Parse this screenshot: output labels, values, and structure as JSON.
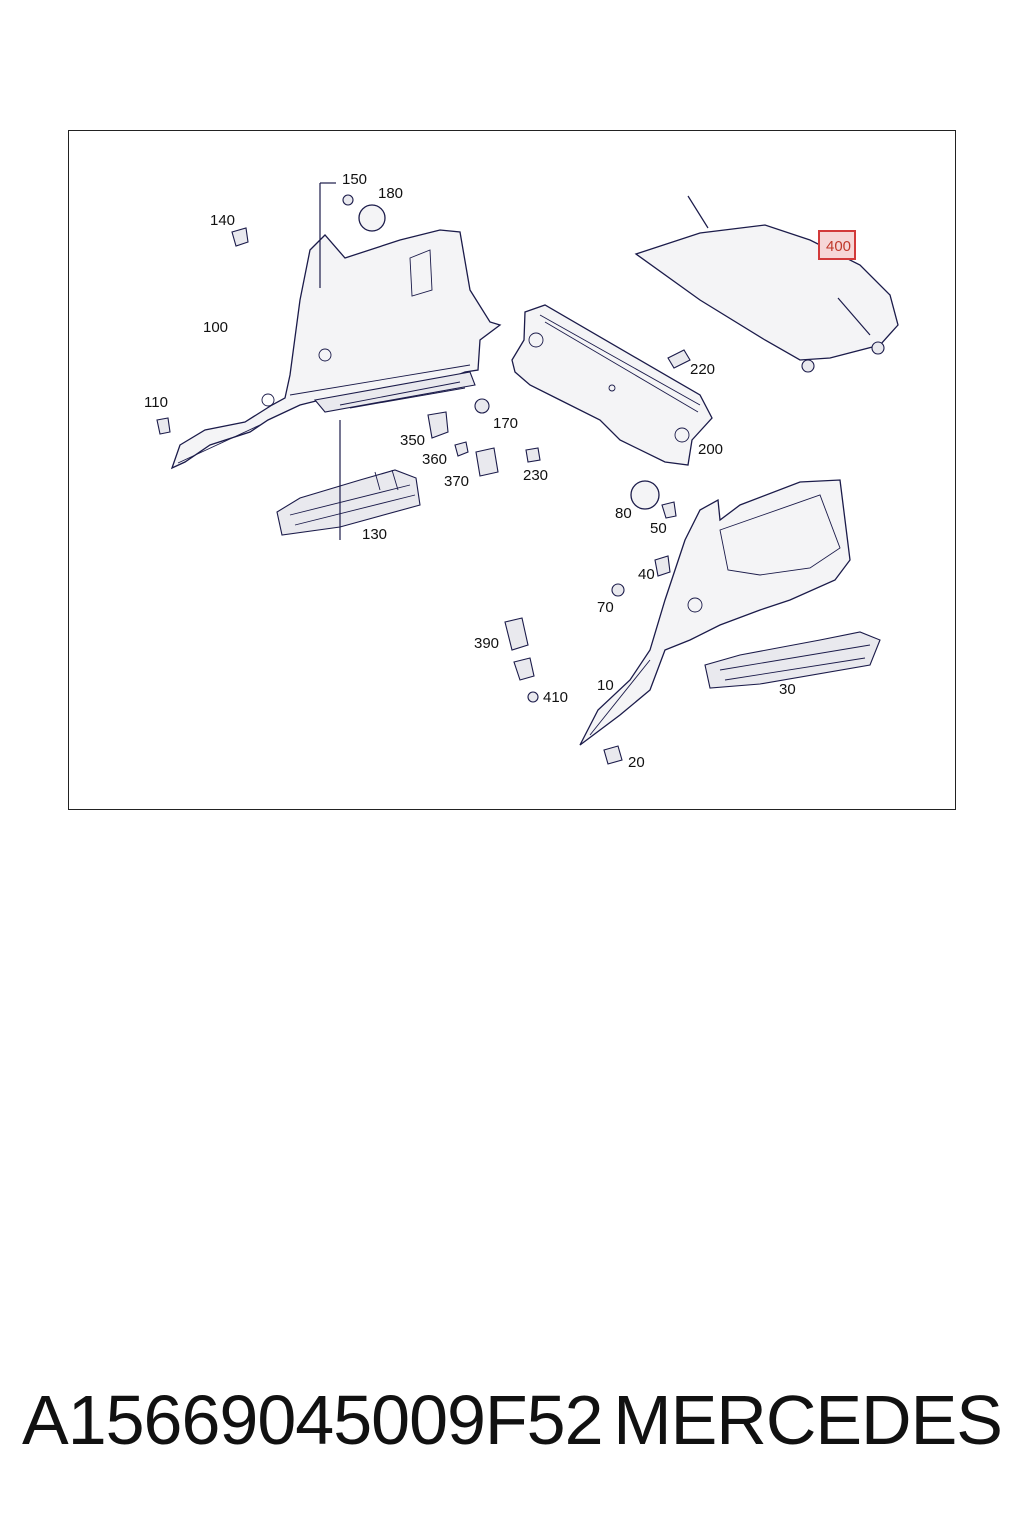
{
  "diagram": {
    "callouts": {
      "c150": "150",
      "c180": "180",
      "c140": "140",
      "c100": "100",
      "c110": "110",
      "c350": "350",
      "c360": "360",
      "c370": "370",
      "c170": "170",
      "c230": "230",
      "c130": "130",
      "c220": "220",
      "c200": "200",
      "c400": "400",
      "c80": "80",
      "c50": "50",
      "c40": "40",
      "c70": "70",
      "c390": "390",
      "c410": "410",
      "c10": "10",
      "c30": "30",
      "c20": "20"
    },
    "highlighted_callout": "400",
    "highlight_color": "#d23a3a"
  },
  "footer": {
    "part_number": "A15669045009F52",
    "brand": "MERCEDES"
  }
}
